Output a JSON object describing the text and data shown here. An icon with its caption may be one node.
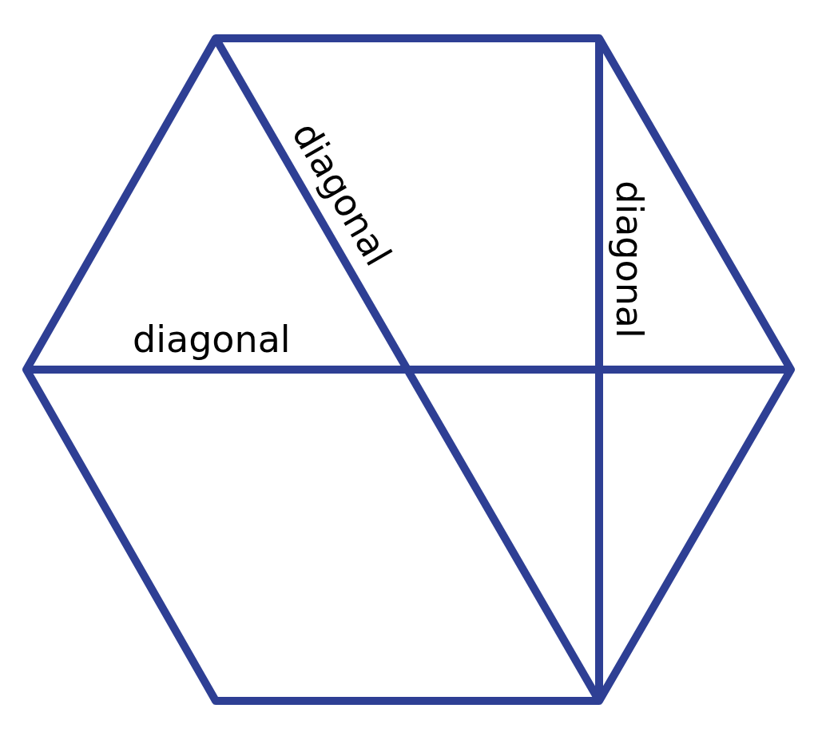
{
  "diagram": {
    "labels": [
      "diagonal",
      "diagonal",
      "diagonal"
    ]
  }
}
